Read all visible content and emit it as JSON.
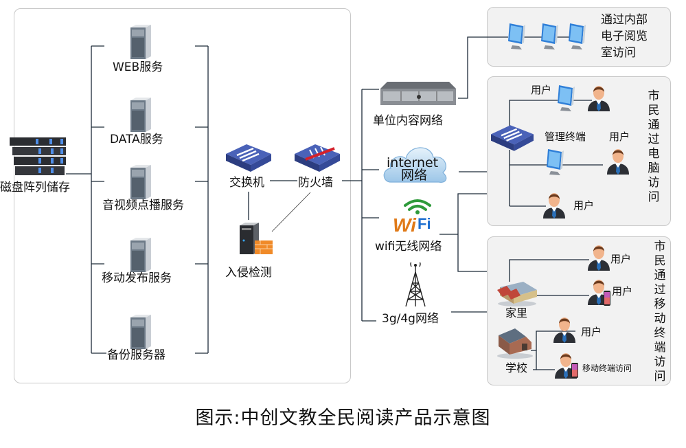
{
  "caption": "图示:中创文教全民阅读产品示意图",
  "storage": {
    "label": "磁盘阵列储存",
    "icon": "disk-array-icon"
  },
  "servers": [
    {
      "label": "WEB服务",
      "icon": "tower-server-icon"
    },
    {
      "label": "DATA服务",
      "icon": "tower-server-icon"
    },
    {
      "label": "音视频点播服务",
      "icon": "tower-server-icon"
    },
    {
      "label": "移动发布服务",
      "icon": "tower-server-icon"
    },
    {
      "label": "备份服务器",
      "icon": "tower-server-icon"
    }
  ],
  "security": {
    "switch": {
      "label": "交换机",
      "icon": "switch-icon"
    },
    "firewall": {
      "label": "防火墙",
      "icon": "firewall-icon"
    },
    "ids": {
      "label": "入侵检测",
      "icon": "intrusion-detection-icon"
    }
  },
  "networks": [
    {
      "label": "单位内容网络",
      "icon": "rack-server-icon"
    },
    {
      "label_line1": "internet",
      "label_line2": "网络",
      "icon": "cloud-icon"
    },
    {
      "label": "wifi无线网络",
      "icon": "wifi-icon"
    },
    {
      "label": "3g/4g网络",
      "icon": "cell-tower-icon"
    }
  ],
  "reading_room": {
    "title": "通过内部电子阅览室访问",
    "title_lines": [
      "通过内部",
      "电子阅览",
      "室访问"
    ],
    "monitors": 3
  },
  "pc_access": {
    "title": "市民通过电脑访问",
    "admin_label": "管理终端",
    "user_labels": [
      "用户",
      "用户",
      "用户"
    ]
  },
  "mobile_access": {
    "title": "市民通过移动终端访问",
    "home_label": "家里",
    "school_label": "学校",
    "home_users": [
      "用户",
      "用户"
    ],
    "school_users": [
      "用户"
    ],
    "mobile_label": "移动终端访问"
  },
  "colors": {
    "line": "#1c2a38",
    "panel_border": "#c8c8c8",
    "panel_bg": "#f2f2f2",
    "switch_blue": "#3a4f9e",
    "firewall_red": "#d4202a",
    "wifi_green": "#2e9a3a",
    "wifi_orange": "#e07a18",
    "cloud_blue": "#a9cdea"
  }
}
